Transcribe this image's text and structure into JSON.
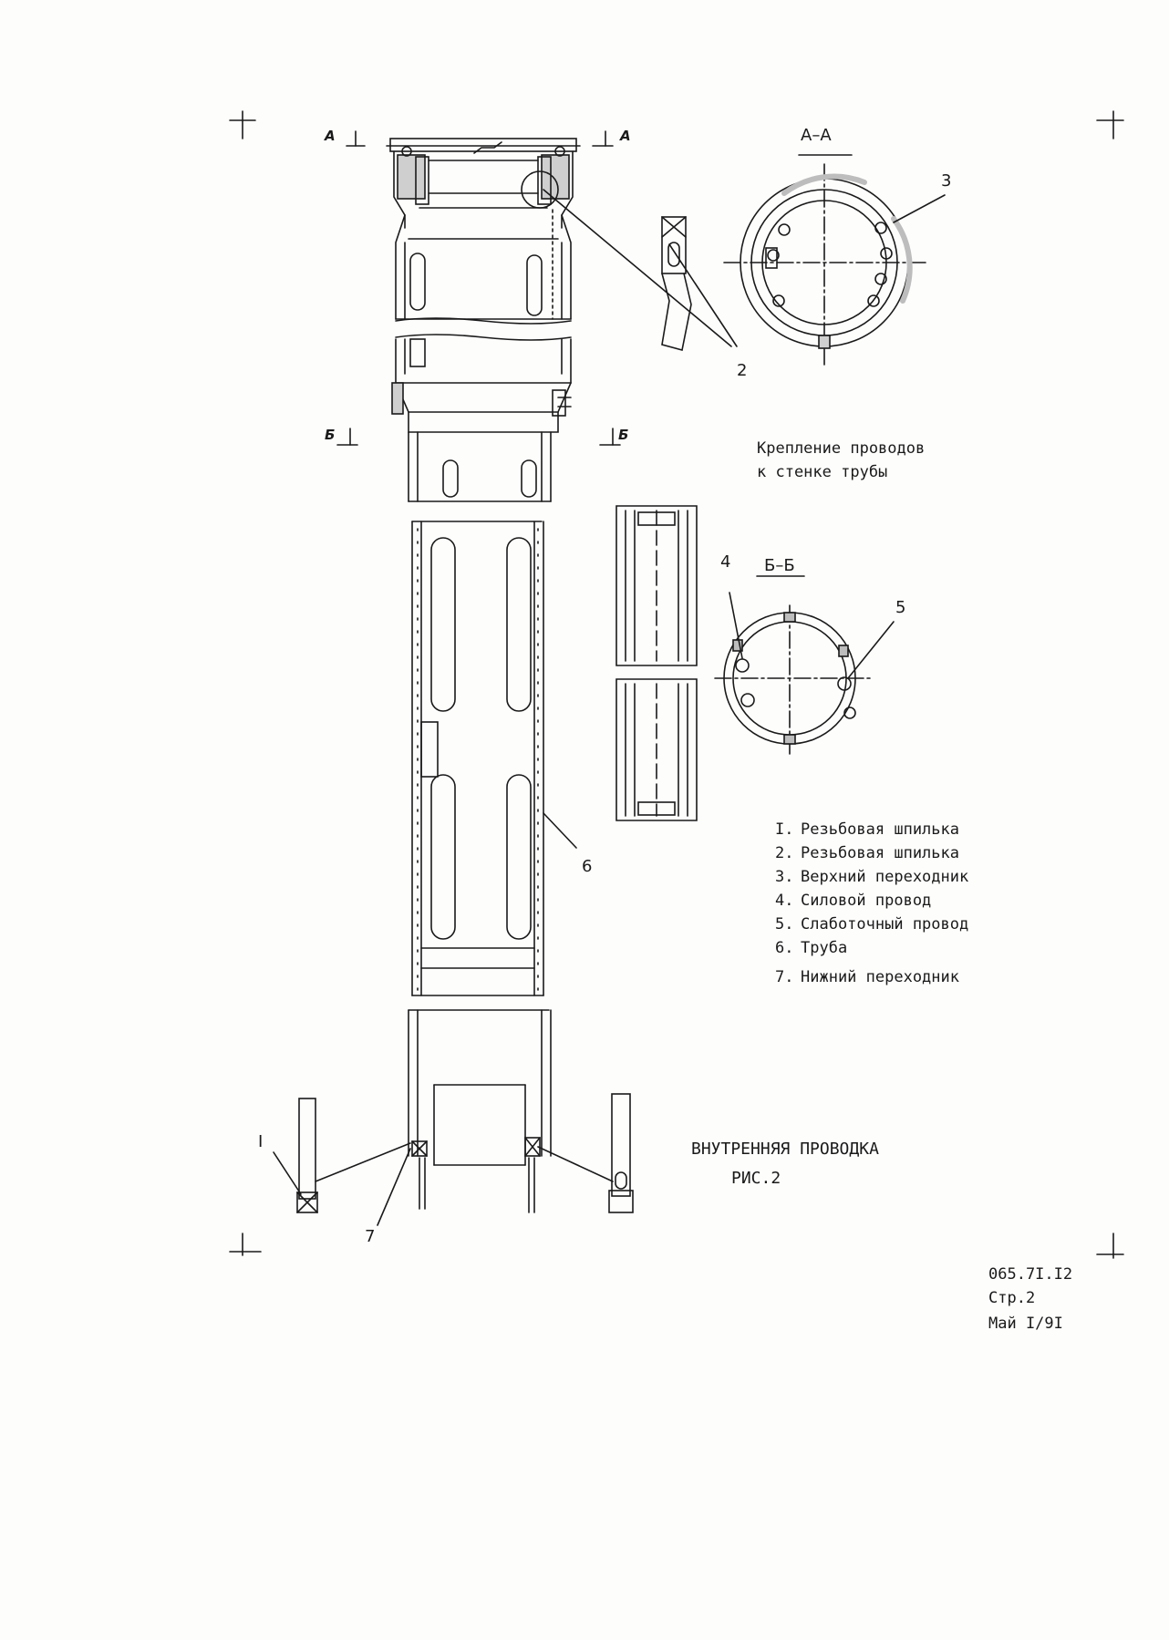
{
  "sections": {
    "aa_left": "А",
    "aa_right": "А",
    "aa_title": "А–А",
    "bb_left": "Б",
    "bb_right": "Б",
    "bb_title": "Б–Б"
  },
  "callouts": [
    "I",
    "2",
    "3",
    "4",
    "5",
    "6",
    "7"
  ],
  "detail_caption": [
    "Крепление проводов",
    "к стенке трубы"
  ],
  "legend": [
    {
      "num": "I.",
      "text": "Резьбовая шпилька"
    },
    {
      "num": "2.",
      "text": "Резьбовая шпилька"
    },
    {
      "num": "3.",
      "text": "Верхний переходник"
    },
    {
      "num": "4.",
      "text": "Силовой провод"
    },
    {
      "num": "5.",
      "text": "Слаботочный провод"
    },
    {
      "num": "6.",
      "text": "Труба"
    },
    {
      "num": "7.",
      "text": "Нижний переходник"
    }
  ],
  "figure_title": "ВНУТРЕННЯЯ ПРОВОДКА",
  "figure_number": "РИС.2",
  "stamp": {
    "code": "065.7I.I2",
    "page": "Стр.2",
    "date": "Май I/9I"
  },
  "colors": {
    "ink": "#1a1a1a",
    "paper": "#fdfdfc"
  }
}
